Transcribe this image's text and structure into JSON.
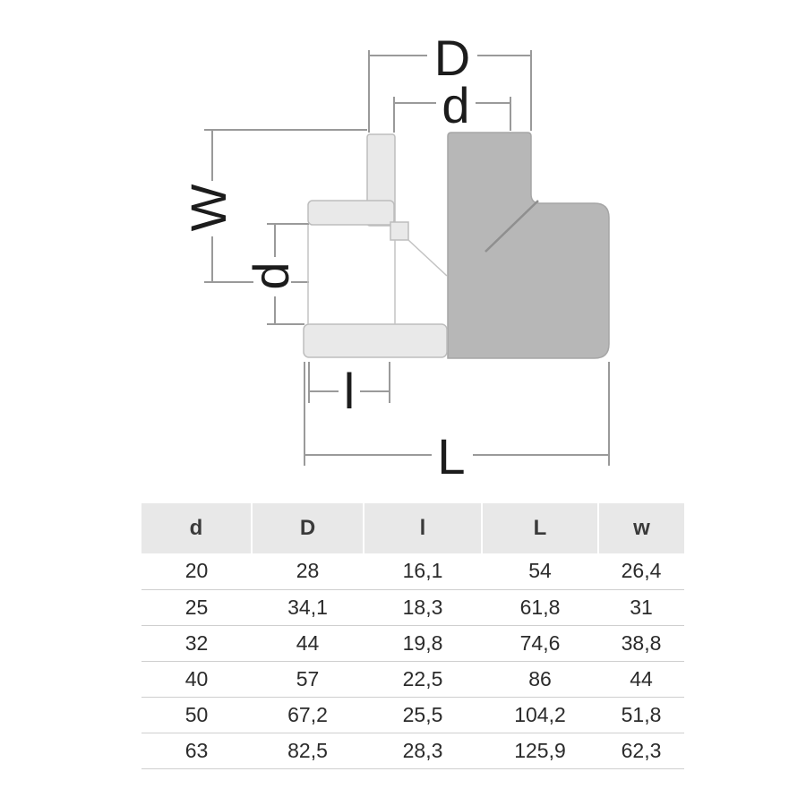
{
  "diagram": {
    "labels": {
      "outer_diameter_top": "D",
      "inner_diameter_top": "d",
      "width_left": "W",
      "inner_diameter_left": "d",
      "insertion_depth": "l",
      "overall_length": "L"
    },
    "colors": {
      "body_fill": "#b7b7b7",
      "section_fill": "#e9e9e9",
      "dimension_line": "#9a9a9a",
      "label_text": "#1c1c1c",
      "table_header_bg": "#e8e8e8"
    }
  },
  "table": {
    "headers": [
      "d",
      "D",
      "l",
      "L",
      "w"
    ],
    "rows": [
      [
        "20",
        "28",
        "16,1",
        "54",
        "26,4"
      ],
      [
        "25",
        "34,1",
        "18,3",
        "61,8",
        "31"
      ],
      [
        "32",
        "44",
        "19,8",
        "74,6",
        "38,8"
      ],
      [
        "40",
        "57",
        "22,5",
        "86",
        "44"
      ],
      [
        "50",
        "67,2",
        "25,5",
        "104,2",
        "51,8"
      ],
      [
        "63",
        "82,5",
        "28,3",
        "125,9",
        "62,3"
      ]
    ]
  }
}
